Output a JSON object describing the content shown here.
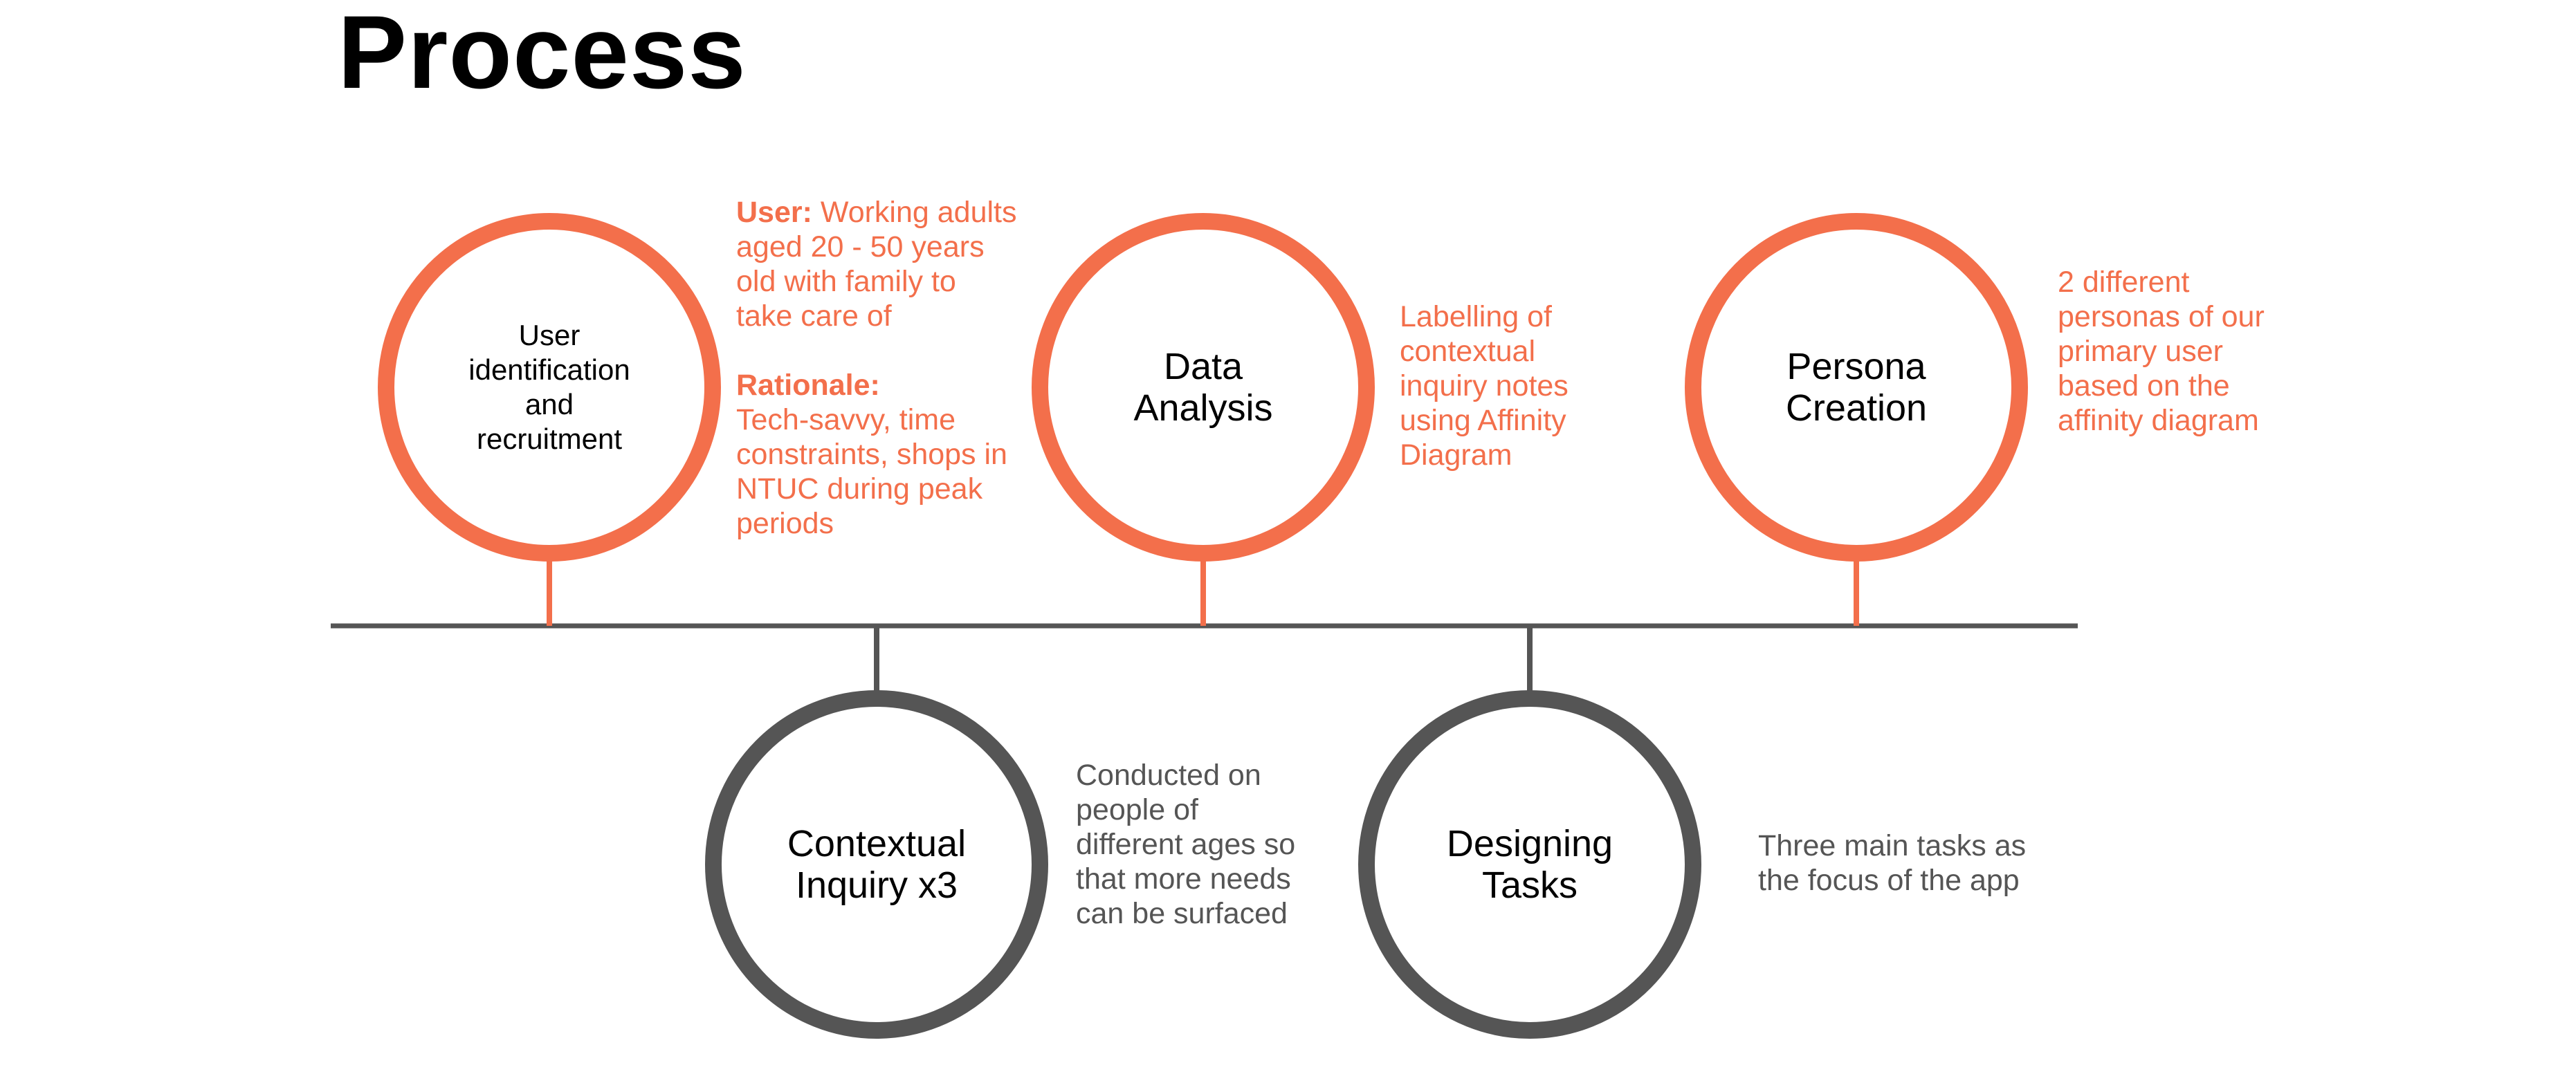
{
  "title": "Process",
  "colors": {
    "orange": "#f36f4b",
    "gray": "#555555",
    "text": "#000000"
  },
  "steps": [
    {
      "id": "user-identification",
      "label": "User identification and recruitment",
      "position": "above",
      "color": "orange",
      "description": {
        "user_label": "User:",
        "user_text": "Working adults aged 20 - 50 years old with family to take care of",
        "rationale_label": "Rationale:",
        "rationale_text": "Tech-savvy, time constraints, shops in NTUC during peak periods"
      }
    },
    {
      "id": "contextual-inquiry",
      "label": "Contextual Inquiry x3",
      "position": "below",
      "color": "gray",
      "description": "Conducted on people of different ages so that more needs can be surfaced"
    },
    {
      "id": "data-analysis",
      "label": "Data Analysis",
      "position": "above",
      "color": "orange",
      "description": "Labelling of contextual inquiry notes using Affinity Diagram"
    },
    {
      "id": "designing-tasks",
      "label": "Designing Tasks",
      "position": "below",
      "color": "gray",
      "description": "Three main tasks as the focus of the app"
    },
    {
      "id": "persona-creation",
      "label": "Persona Creation",
      "position": "above",
      "color": "orange",
      "description": "2 different personas of our primary user based on the affinity diagram"
    }
  ]
}
